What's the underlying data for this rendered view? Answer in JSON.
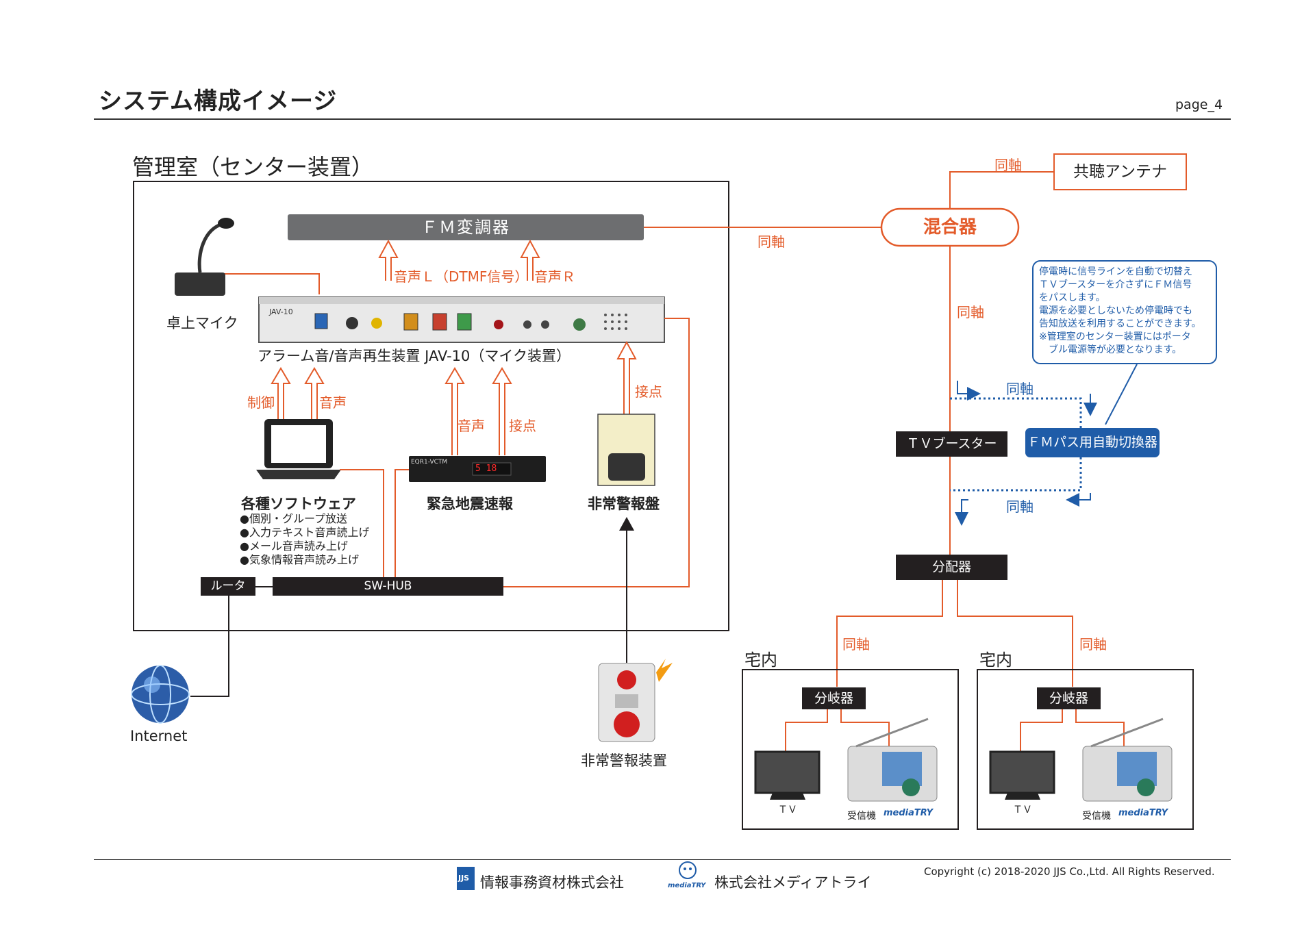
{
  "header": {
    "title": "システム構成イメージ",
    "page": "page_4"
  },
  "center_room": {
    "title": "管理室（センター装置）",
    "fm_modulator": "ＦＭ変調器",
    "desk_mic": "卓上マイク",
    "jav10_label": "アラーム音/音声再生装置 JAV-10（マイク装置）",
    "jav10_panel": "JAV-10",
    "audio_l": "音声Ｌ（DTMF信号）",
    "audio_r": "音声Ｒ",
    "control": "制御",
    "audio": "音声",
    "contact": "接点",
    "software": "各種ソフトウェア",
    "features": [
      "●個別・グループ放送",
      "●入力テキスト音声読上げ",
      "●メール音声読み上げ",
      "●気象情報音声読み上げ"
    ],
    "eew": "緊急地震速報",
    "eew_panel": "EQR1-VCTM",
    "eew_display": "5 18",
    "alarm_panel": "非常警報盤",
    "router": "ルータ",
    "swhub": "SW-HUB"
  },
  "outside": {
    "internet": "Internet",
    "alarm_device": "非常警報装置",
    "antenna": "共聴アンテナ",
    "mixer": "混合器",
    "tv_booster": "ＴＶブースター",
    "fm_switch": "ＦＭパス用自動切換器",
    "distributor": "分配器",
    "coax": "同軸",
    "note_lines": [
      "停電時に信号ラインを自動で切替え",
      "ＴＶブースターを介さずにＦＭ信号",
      "をパスします。",
      "電源を必要としないため停電時でも",
      "告知放送を利用することができます。",
      "※管理室のセンター装置にはポータ",
      "　ブル電源等が必要となります。"
    ]
  },
  "homes": [
    {
      "title": "宅内",
      "splitter": "分岐器",
      "tv": "ＴＶ",
      "receiver": "受信機",
      "brand": "mediaTRY"
    },
    {
      "title": "宅内",
      "splitter": "分岐器",
      "tv": "ＴＶ",
      "receiver": "受信機",
      "brand": "mediaTRY"
    }
  ],
  "footer": {
    "company1_mark": "JJS",
    "company1": "情報事務資材株式会社",
    "company2_mark": "mediaTRY",
    "company2": "株式会社メディアトライ",
    "copyright": "Copyright (c) 2018-2020 JJS Co.,Ltd. All Rights Reserved."
  },
  "colors": {
    "accent": "#e35b2a",
    "dark": "#231f20",
    "blue": "#1f5ca8",
    "gray": "#6d6e70"
  }
}
